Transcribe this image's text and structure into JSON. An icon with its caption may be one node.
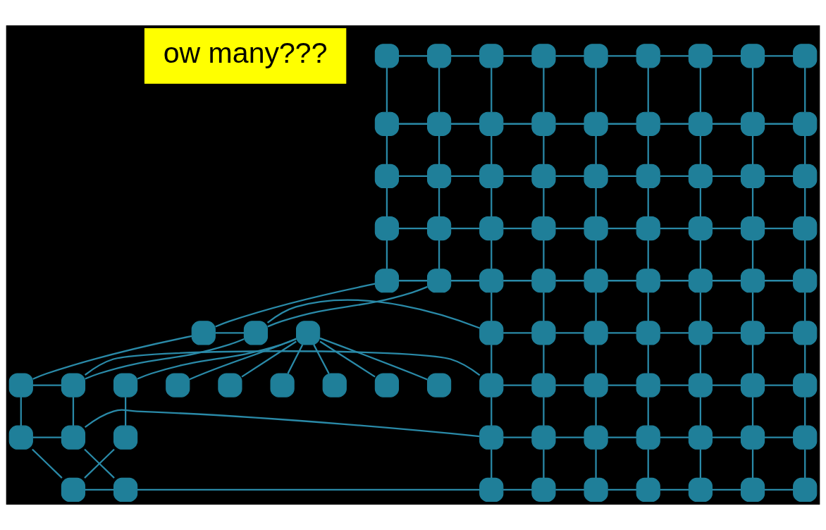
{
  "diagram": {
    "nodes": [
      {
        "text": [
          "ow many???"
        ]
      },
      {
        "text": [],
        "shape": "box"
      },
      {
        "text": [],
        "shape": "box"
      },
      {
        "text": [],
        "shape": "box"
      },
      {
        "text": [],
        "shape": "box"
      },
      {
        "text": [],
        "shape": "box"
      },
      {
        "text": [],
        "shape": "box"
      },
      {
        "text": [],
        "shape": "box"
      },
      {
        "text": [],
        "shape": "box"
      },
      {
        "text": [],
        "shape": "box"
      },
      {
        "text": [],
        "shape": "box"
      },
      {
        "text": [],
        "shape": "box"
      },
      {
        "text": [],
        "shape": "box"
      },
      {
        "text": [],
        "shape": "box"
      },
      {
        "text": [],
        "shape": "box"
      },
      {
        "text": [],
        "shape": "box"
      },
      {
        "text": [],
        "shape": "box"
      },
      {
        "text": [],
        "shape": "box"
      },
      {
        "text": [],
        "shape": "box"
      },
      {
        "text": [],
        "shape": "box"
      },
      {
        "text": [],
        "shape": "box"
      },
      {
        "text": [],
        "shape": "box"
      },
      {
        "text": [],
        "shape": "box"
      },
      {
        "text": [],
        "shape": "box"
      },
      {
        "text": [],
        "shape": "box"
      },
      {
        "text": [],
        "shape": "box"
      },
      {
        "text": [],
        "shape": "box"
      },
      {
        "text": [],
        "shape": "box"
      },
      {
        "text": [],
        "shape": "box"
      },
      {
        "text": [],
        "shape": "box"
      },
      {
        "text": [],
        "shape": "box"
      },
      {
        "text": [],
        "shape": "box"
      },
      {
        "text": [],
        "shape": "box"
      },
      {
        "text": [],
        "shape": "box"
      },
      {
        "text": [],
        "shape": "box"
      },
      {
        "text": [],
        "shape": "box"
      },
      {
        "text": [],
        "shape": "box"
      },
      {
        "text": [],
        "shape": "box"
      },
      {
        "text": [],
        "shape": "box"
      },
      {
        "text": [],
        "shape": "box"
      },
      {
        "text": [],
        "shape": "box"
      },
      {
        "text": [],
        "shape": "box"
      },
      {
        "text": [],
        "shape": "box"
      },
      {
        "text": [],
        "shape": "box"
      },
      {
        "text": [],
        "shape": "box"
      },
      {
        "text": [],
        "shape": "box"
      },
      {
        "text": [],
        "shape": "box"
      },
      {
        "text": [],
        "shape": "box"
      },
      {
        "text": [],
        "shape": "box"
      },
      {
        "text": [],
        "shape": "box"
      },
      {
        "text": [],
        "shape": "box"
      },
      {
        "text": [],
        "shape": "box"
      },
      {
        "text": [],
        "shape": "box"
      },
      {
        "text": [],
        "shape": "box"
      },
      {
        "text": [],
        "shape": "box"
      },
      {
        "text": [],
        "shape": "box"
      },
      {
        "text": [],
        "shape": "box"
      },
      {
        "text": [],
        "shape": "box"
      },
      {
        "text": [],
        "shape": "box"
      },
      {
        "text": [],
        "shape": "box"
      },
      {
        "text": [],
        "shape": "box"
      },
      {
        "text": [],
        "shape": "box"
      },
      {
        "text": [],
        "shape": "box"
      },
      {
        "text": [],
        "shape": "box"
      },
      {
        "text": [],
        "shape": "box"
      },
      {
        "text": [],
        "shape": "box"
      },
      {
        "text": [],
        "shape": "box"
      },
      {
        "text": [],
        "shape": "box"
      },
      {
        "text": [],
        "shape": "box"
      },
      {
        "text": [],
        "shape": "box"
      },
      {
        "text": [],
        "shape": "box"
      },
      {
        "text": [],
        "shape": "box"
      },
      {
        "text": [],
        "shape": "box"
      },
      {
        "text": [],
        "shape": "box"
      },
      {
        "text": [],
        "shape": "box"
      },
      {
        "text": [],
        "shape": "box"
      },
      {
        "text": [],
        "shape": "box"
      },
      {
        "text": [],
        "shape": "box"
      },
      {
        "text": [],
        "shape": "box"
      },
      {
        "text": [],
        "shape": "box"
      },
      {
        "text": [],
        "shape": "box"
      },
      {
        "text": [],
        "shape": "box"
      },
      {
        "text": [],
        "shape": "box"
      },
      {
        "text": [],
        "shape": "box"
      },
      {
        "text": [],
        "shape": "box"
      },
      {
        "text": [],
        "shape": "box"
      },
      {
        "text": [],
        "shape": "box"
      },
      {
        "text": [],
        "shape": "box"
      },
      {
        "text": [],
        "shape": "box"
      },
      {
        "text": [],
        "shape": "box"
      },
      {
        "text": [],
        "shape": "box"
      }
    ],
    "edges": [
      {
        "from": 1,
        "to": 2,
        "arrow": "none"
      },
      {
        "from": 2,
        "to": 3,
        "arrow": "none"
      },
      {
        "from": 3,
        "to": 4,
        "arrow": "none"
      },
      {
        "from": 4,
        "to": 5,
        "arrow": "none"
      },
      {
        "from": 5,
        "to": 6,
        "arrow": "none"
      },
      {
        "from": 6,
        "to": 7,
        "arrow": "none"
      },
      {
        "from": 7,
        "to": 8,
        "arrow": "none"
      },
      {
        "from": 8,
        "to": 9,
        "arrow": "none"
      },
      {
        "from": 1,
        "to": 10,
        "arrow": "none"
      },
      {
        "from": 2,
        "to": 11,
        "arrow": "none"
      },
      {
        "from": 3,
        "to": 12,
        "arrow": "none"
      },
      {
        "from": 4,
        "to": 13,
        "arrow": "none"
      },
      {
        "from": 5,
        "to": 14,
        "arrow": "none"
      },
      {
        "from": 6,
        "to": 15,
        "arrow": "none"
      },
      {
        "from": 7,
        "to": 16,
        "arrow": "none"
      },
      {
        "from": 8,
        "to": 17,
        "arrow": "none"
      },
      {
        "from": 9,
        "to": 18,
        "arrow": "none"
      },
      {
        "from": 10,
        "to": 11,
        "arrow": "none"
      },
      {
        "from": 11,
        "to": 12,
        "arrow": "none"
      },
      {
        "from": 12,
        "to": 13,
        "arrow": "none"
      },
      {
        "from": 13,
        "to": 14,
        "arrow": "none"
      },
      {
        "from": 14,
        "to": 15,
        "arrow": "none"
      },
      {
        "from": 15,
        "to": 16,
        "arrow": "none"
      },
      {
        "from": 16,
        "to": 17,
        "arrow": "none"
      },
      {
        "from": 17,
        "to": 18,
        "arrow": "none"
      },
      {
        "from": 10,
        "to": 19,
        "arrow": "none"
      },
      {
        "from": 11,
        "to": 20,
        "arrow": "none"
      },
      {
        "from": 12,
        "to": 21,
        "arrow": "none"
      },
      {
        "from": 13,
        "to": 22,
        "arrow": "none"
      },
      {
        "from": 14,
        "to": 23,
        "arrow": "none"
      },
      {
        "from": 15,
        "to": 24,
        "arrow": "none"
      },
      {
        "from": 16,
        "to": 25,
        "arrow": "none"
      },
      {
        "from": 17,
        "to": 26,
        "arrow": "none"
      },
      {
        "from": 18,
        "to": 27,
        "arrow": "none"
      },
      {
        "from": 19,
        "to": 20,
        "arrow": "none"
      },
      {
        "from": 20,
        "to": 21,
        "arrow": "none"
      },
      {
        "from": 21,
        "to": 22,
        "arrow": "none"
      },
      {
        "from": 22,
        "to": 23,
        "arrow": "none"
      },
      {
        "from": 23,
        "to": 24,
        "arrow": "none"
      },
      {
        "from": 24,
        "to": 25,
        "arrow": "none"
      },
      {
        "from": 25,
        "to": 26,
        "arrow": "none"
      },
      {
        "from": 26,
        "to": 27,
        "arrow": "none"
      },
      {
        "from": 19,
        "to": 28,
        "arrow": "none"
      },
      {
        "from": 20,
        "to": 29,
        "arrow": "none"
      },
      {
        "from": 21,
        "to": 30,
        "arrow": "none"
      },
      {
        "from": 22,
        "to": 31,
        "arrow": "none"
      },
      {
        "from": 23,
        "to": 32,
        "arrow": "none"
      },
      {
        "from": 24,
        "to": 33,
        "arrow": "none"
      },
      {
        "from": 25,
        "to": 34,
        "arrow": "none"
      },
      {
        "from": 26,
        "to": 35,
        "arrow": "none"
      },
      {
        "from": 27,
        "to": 36,
        "arrow": "none"
      },
      {
        "from": 28,
        "to": 29,
        "arrow": "none"
      },
      {
        "from": 29,
        "to": 30,
        "arrow": "none"
      },
      {
        "from": 30,
        "to": 31,
        "arrow": "none"
      },
      {
        "from": 31,
        "to": 32,
        "arrow": "none"
      },
      {
        "from": 32,
        "to": 33,
        "arrow": "none"
      },
      {
        "from": 33,
        "to": 34,
        "arrow": "none"
      },
      {
        "from": 34,
        "to": 35,
        "arrow": "none"
      },
      {
        "from": 35,
        "to": 36,
        "arrow": "none"
      },
      {
        "from": 28,
        "to": 37,
        "arrow": "none"
      },
      {
        "from": 29,
        "to": 38,
        "arrow": "none"
      },
      {
        "from": 30,
        "to": 39,
        "arrow": "none"
      },
      {
        "from": 31,
        "to": 40,
        "arrow": "none"
      },
      {
        "from": 32,
        "to": 41,
        "arrow": "none"
      },
      {
        "from": 33,
        "to": 42,
        "arrow": "none"
      },
      {
        "from": 34,
        "to": 43,
        "arrow": "none"
      },
      {
        "from": 35,
        "to": 44,
        "arrow": "none"
      },
      {
        "from": 36,
        "to": 45,
        "arrow": "none"
      },
      {
        "from": 37,
        "to": 38,
        "arrow": "none"
      },
      {
        "from": 38,
        "to": 39,
        "arrow": "none"
      },
      {
        "from": 39,
        "to": 40,
        "arrow": "none"
      },
      {
        "from": 40,
        "to": 41,
        "arrow": "none"
      },
      {
        "from": 41,
        "to": 42,
        "arrow": "none"
      },
      {
        "from": 42,
        "to": 43,
        "arrow": "none"
      },
      {
        "from": 43,
        "to": 44,
        "arrow": "none"
      },
      {
        "from": 44,
        "to": 45,
        "arrow": "none"
      },
      {
        "from": 37,
        "to": 46,
        "arrow": "none"
      },
      {
        "from": 38,
        "to": 47,
        "arrow": "none"
      },
      {
        "from": 39,
        "to": 48,
        "arrow": "none"
      },
      {
        "from": 40,
        "to": 49,
        "arrow": "none"
      },
      {
        "from": 41,
        "to": 50,
        "arrow": "none"
      },
      {
        "from": 42,
        "to": 51,
        "arrow": "none"
      },
      {
        "from": 43,
        "to": 52,
        "arrow": "none"
      },
      {
        "from": 44,
        "to": 53,
        "arrow": "none"
      },
      {
        "from": 45,
        "to": 54,
        "arrow": "none"
      },
      {
        "from": 46,
        "to": 47,
        "arrow": "none"
      },
      {
        "from": 47,
        "to": 48,
        "arrow": "none"
      },
      {
        "from": 48,
        "to": 49,
        "arrow": "none"
      },
      {
        "from": 49,
        "to": 50,
        "arrow": "none"
      },
      {
        "from": 50,
        "to": 51,
        "arrow": "none"
      },
      {
        "from": 51,
        "to": 52,
        "arrow": "none"
      },
      {
        "from": 52,
        "to": 53,
        "arrow": "none"
      },
      {
        "from": 53,
        "to": 54,
        "arrow": "none"
      },
      {
        "from": 46,
        "to": 55,
        "arrow": "none"
      },
      {
        "from": 47,
        "to": 56,
        "arrow": "none"
      },
      {
        "from": 48,
        "to": 57,
        "arrow": "none"
      },
      {
        "from": 49,
        "to": 58,
        "arrow": "none"
      },
      {
        "from": 50,
        "to": 59,
        "arrow": "none"
      },
      {
        "from": 51,
        "to": 60,
        "arrow": "none"
      },
      {
        "from": 52,
        "to": 61,
        "arrow": "none"
      },
      {
        "from": 53,
        "to": 62,
        "arrow": "none"
      },
      {
        "from": 54,
        "to": 63,
        "arrow": "none"
      },
      {
        "from": 55,
        "to": 56,
        "arrow": "none"
      },
      {
        "from": 56,
        "to": 57,
        "arrow": "none"
      },
      {
        "from": 57,
        "to": 58,
        "arrow": "none"
      },
      {
        "from": 58,
        "to": 59,
        "arrow": "none"
      },
      {
        "from": 59,
        "to": 60,
        "arrow": "none"
      },
      {
        "from": 60,
        "to": 61,
        "arrow": "none"
      },
      {
        "from": 61,
        "to": 62,
        "arrow": "none"
      },
      {
        "from": 62,
        "to": 63,
        "arrow": "none"
      },
      {
        "from": 55,
        "to": 64,
        "arrow": "none"
      },
      {
        "from": 56,
        "to": 65,
        "arrow": "none"
      },
      {
        "from": 57,
        "to": 66,
        "arrow": "none"
      },
      {
        "from": 58,
        "to": 67,
        "arrow": "none"
      },
      {
        "from": 59,
        "to": 68,
        "arrow": "none"
      },
      {
        "from": 60,
        "to": 69,
        "arrow": "none"
      },
      {
        "from": 61,
        "to": 70,
        "arrow": "none"
      },
      {
        "from": 62,
        "to": 71,
        "arrow": "none"
      },
      {
        "from": 63,
        "to": 72,
        "arrow": "none"
      },
      {
        "from": 64,
        "to": 65,
        "arrow": "none"
      },
      {
        "from": 65,
        "to": 66,
        "arrow": "none"
      },
      {
        "from": 66,
        "to": 67,
        "arrow": "none"
      },
      {
        "from": 67,
        "to": 68,
        "arrow": "none"
      },
      {
        "from": 68,
        "to": 69,
        "arrow": "none"
      },
      {
        "from": 69,
        "to": 70,
        "arrow": "none"
      },
      {
        "from": 70,
        "to": 71,
        "arrow": "none"
      },
      {
        "from": 71,
        "to": 72,
        "arrow": "none"
      },
      {
        "from": 64,
        "to": 73,
        "arrow": "none"
      },
      {
        "from": 65,
        "to": 74,
        "arrow": "none"
      },
      {
        "from": 66,
        "to": 75,
        "arrow": "none"
      },
      {
        "from": 67,
        "to": 76,
        "arrow": "none"
      },
      {
        "from": 68,
        "to": 77,
        "arrow": "none"
      },
      {
        "from": 69,
        "to": 78,
        "arrow": "none"
      },
      {
        "from": 70,
        "to": 79,
        "arrow": "none"
      },
      {
        "from": 71,
        "to": 80,
        "arrow": "none"
      },
      {
        "from": 72,
        "to": 81,
        "arrow": "none"
      },
      {
        "from": 73,
        "to": 74,
        "arrow": "none"
      },
      {
        "from": 74,
        "to": 75,
        "arrow": "none"
      },
      {
        "from": 75,
        "to": 76,
        "arrow": "none"
      },
      {
        "from": 76,
        "to": 77,
        "arrow": "none"
      },
      {
        "from": 77,
        "to": 78,
        "arrow": "none"
      },
      {
        "from": 78,
        "to": 79,
        "arrow": "none"
      },
      {
        "from": 79,
        "to": 80,
        "arrow": "none"
      },
      {
        "from": 80,
        "to": 81,
        "arrow": "none"
      },
      {
        "from": 83,
        "to": 82,
        "arrow": "none"
      },
      {
        "from": 83,
        "to": 84,
        "arrow": "none"
      },
      {
        "from": 83,
        "to": 86,
        "arrow": "none"
      },
      {
        "from": 83,
        "to": 89,
        "arrow": "none"
      },
      {
        "from": 83,
        "to": 90,
        "arrow": "none"
      },
      {
        "from": 83,
        "to": 88,
        "arrow": "none"
      },
      {
        "from": 83,
        "to": 85,
        "arrow": "none"
      },
      {
        "from": 85,
        "to": 87,
        "arrow": "none"
      },
      {
        "from": 87,
        "to": 73,
        "arrow": "none"
      }
    ]
  }
}
